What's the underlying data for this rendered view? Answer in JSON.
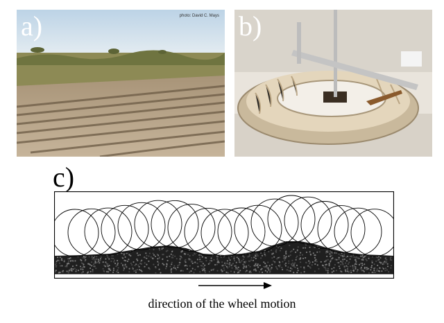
{
  "panels": {
    "a": {
      "label": "a)",
      "photo_credit": "photo: David C. Mays"
    },
    "b": {
      "label": "b)"
    },
    "c": {
      "label": "c)"
    }
  },
  "caption": "direction of the wheel motion",
  "colors": {
    "sky": "#cfe0ec",
    "scrub": "#8a8a52",
    "gravel": "#b8a48a",
    "bench": "#e8dcc6",
    "particles": "#222222"
  }
}
